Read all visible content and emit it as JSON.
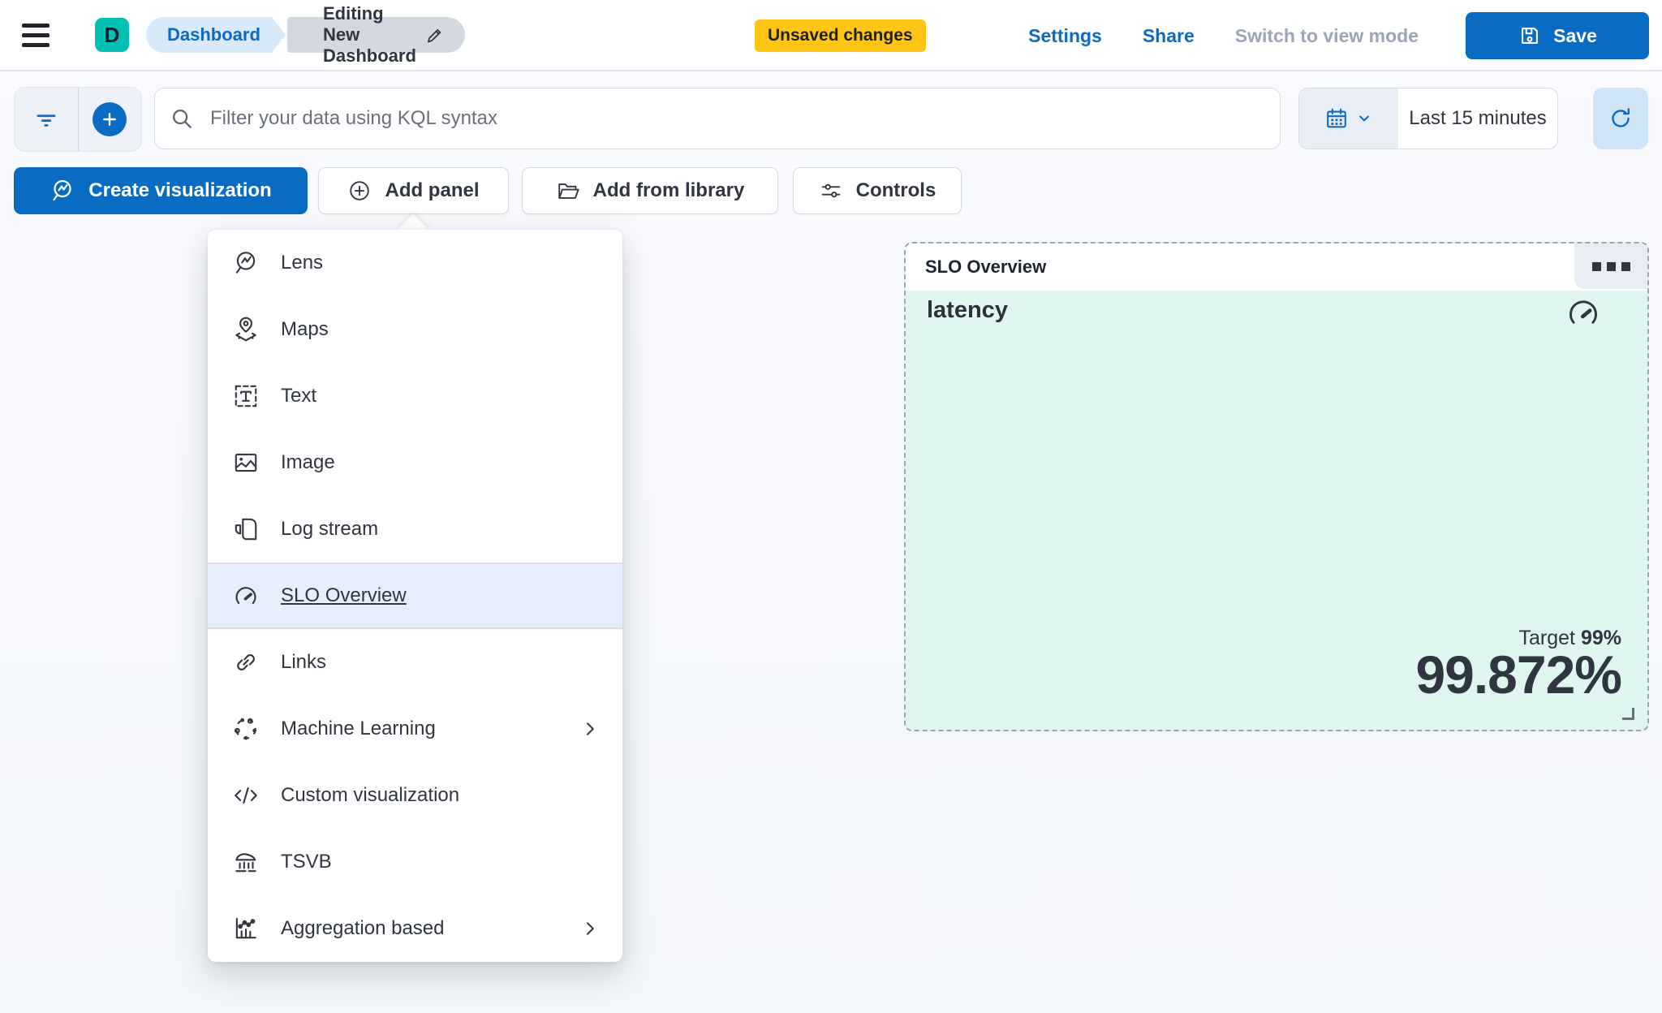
{
  "topbar": {
    "logo_letter": "D",
    "breadcrumbs": [
      {
        "label": "Dashboard"
      },
      {
        "label": "Editing New Dashboard"
      }
    ],
    "unsaved_badge": "Unsaved changes",
    "settings_label": "Settings",
    "share_label": "Share",
    "view_mode_label": "Switch to view mode",
    "save_label": "Save"
  },
  "filter_bar": {
    "kql_placeholder": "Filter your data using KQL syntax",
    "time_range": "Last 15 minutes"
  },
  "toolbar": {
    "create_visualization_label": "Create visualization",
    "add_panel_label": "Add panel",
    "add_from_library_label": "Add from library",
    "controls_label": "Controls"
  },
  "add_panel_menu": {
    "items": [
      {
        "label": "Lens",
        "icon": "lens-icon"
      },
      {
        "label": "Maps",
        "icon": "maps-icon"
      },
      {
        "label": "Text",
        "icon": "text-icon"
      },
      {
        "label": "Image",
        "icon": "image-icon"
      },
      {
        "label": "Log stream",
        "icon": "log-stream-icon"
      },
      {
        "label": "SLO Overview",
        "icon": "gauge-icon",
        "selected": true
      },
      {
        "label": "Links",
        "icon": "link-icon"
      },
      {
        "label": "Machine Learning",
        "icon": "machine-learning-icon",
        "submenu": true
      },
      {
        "label": "Custom visualization",
        "icon": "code-icon"
      },
      {
        "label": "TSVB",
        "icon": "tsvb-icon"
      },
      {
        "label": "Aggregation based",
        "icon": "aggregation-icon",
        "submenu": true
      }
    ]
  },
  "slo_panel": {
    "title": "SLO Overview",
    "metric_label": "latency",
    "target_label": "Target",
    "target_value": "99%",
    "value": "99.872%"
  },
  "colors": {
    "primary_blue": "#0a6bc2",
    "brand_teal": "#00bfb3",
    "warning_badge": "#fec514",
    "panel_mint": "#e0f4f0",
    "text_dark": "#343741"
  }
}
